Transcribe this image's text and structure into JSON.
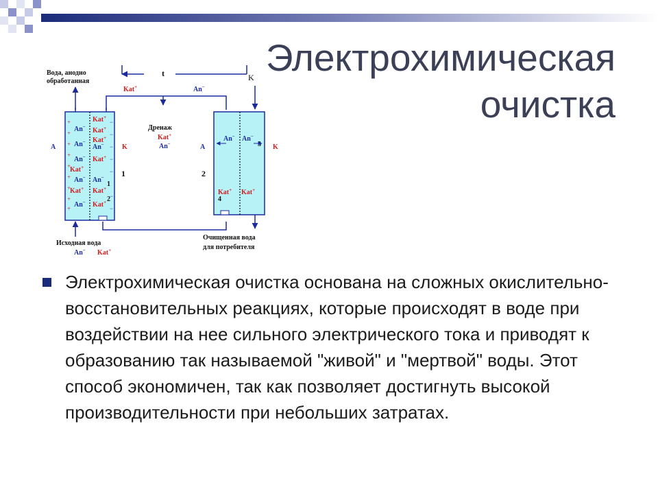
{
  "slide": {
    "title_line1": "Электрохимическая",
    "title_line2": "очистка",
    "body_text": "Электрохимическая очистка основана на сложных окислительно-восстановительных реакциях, которые происходят в воде при воздействии на нее сильного электрического тока и приводят к образованию так называемой \"живой\" и \"мертвой\" воды. Этот способ экономичен, так как позволяет достигнуть высокой производительности при небольших затратах."
  },
  "diagram": {
    "label_anode_water_l1": "Вода, анодно",
    "label_anode_water_l2": "обработанная",
    "label_t": "t",
    "label_k_top": "K",
    "label_drain": "Дренаж",
    "label_source_water": "Исходная вода",
    "label_clean_water_l1": "Очищенная вода",
    "label_clean_water_l2": "для потребителя",
    "label_a": "A",
    "label_k": "K",
    "label_cell1": "1",
    "label_cell2": "2",
    "label_n1": "1",
    "label_n2": "2",
    "label_n3": "3",
    "label_n4": "4",
    "ion_kat": "Kat",
    "ion_an": "An",
    "sup_plus": "+",
    "sup_minus": "−"
  },
  "colors": {
    "accent_bullet": "#1b2b7a",
    "title": "#3b4056",
    "cell_fill": "#b7f2f7",
    "cell_stroke": "#1b2b9e",
    "kat": "#d21f1f",
    "an": "#1b2b9e"
  }
}
